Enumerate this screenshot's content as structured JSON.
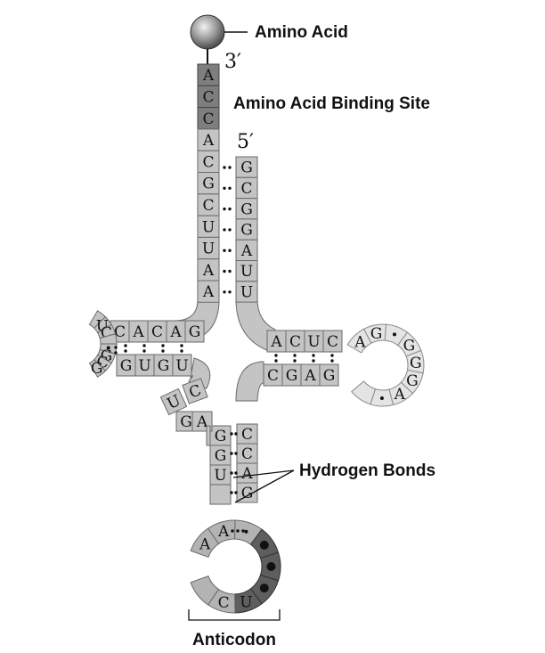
{
  "labels": {
    "amino_acid": "Amino Acid",
    "binding_site": "Amino Acid Binding Site",
    "hydrogen_bonds": "Hydrogen Bonds",
    "anticodon": "Anticodon",
    "three_prime": "3′",
    "five_prime": "5′"
  },
  "strands": {
    "acceptor_3prime": [
      "A",
      "C",
      "C",
      "A",
      "C",
      "G",
      "C",
      "U",
      "U",
      "A",
      "A"
    ],
    "acceptor_5prime": [
      "G",
      "C",
      "G",
      "G",
      "A",
      "U",
      "U"
    ],
    "d_arm_top": [
      "C",
      "A",
      "C",
      "A",
      "G"
    ],
    "d_arm_bottom": [
      "G",
      "U",
      "G",
      "U"
    ],
    "d_loop": [
      "U",
      "C",
      "G",
      "C",
      "G"
    ],
    "variable_region": [
      "U",
      "C",
      "G",
      "A"
    ],
    "t_arm_top": [
      "A",
      "C",
      "U",
      "C"
    ],
    "t_arm_bottom": [
      "C",
      "G",
      "A",
      "G"
    ],
    "t_loop": [
      "A",
      "G",
      "G",
      "G",
      "G",
      "A"
    ],
    "anticodon_stem_left": [
      "G",
      "G",
      "U"
    ],
    "anticodon_stem_right": [
      "C",
      "C",
      "A",
      "G"
    ],
    "anticodon_loop": [
      "A",
      "A",
      "C",
      "U"
    ]
  },
  "colors": {
    "acceptor_top": "#7e7e7e",
    "stem": "#c4c4c4",
    "t_loop": "#e4e4e4",
    "anticodon_loop": "#5e5e5e",
    "sphere": "#9a9a9a"
  }
}
